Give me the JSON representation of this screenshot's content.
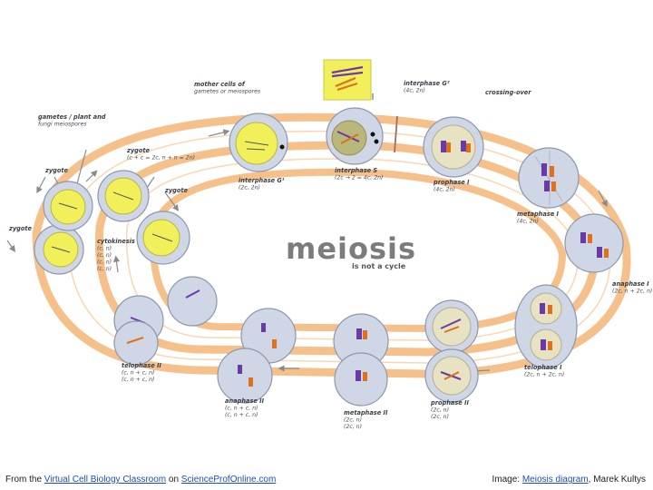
{
  "title": "meiosis",
  "subtitle": "is not a cycle",
  "stages": {
    "mother_cells": "mother cells of\ngametes or meiospores",
    "gametes": "gametes / plant and\nfungi meiospores",
    "crossing_over": "crossing-over",
    "interphase_g2": "interphase G²\n(4c, 2n)",
    "interphase_g1": "interphase G¹\n(2c, 2n)",
    "interphase_s": "interphase S\n(2c → 2 = 4c, 2n)",
    "prophase_1": "prophase I\n(4c, 2n)",
    "metaphase_1": "metaphase I\n(4c, 2n)",
    "anaphase_1": "anaphase I\n(2c, n + 2c, n)",
    "telophase_1": "telophase I\n(2c, n + 2c, n)",
    "prophase_2": "prophase II\n(2c, n)\n(2c, n)",
    "metaphase_2": "metaphase II\n(2c, n)\n(2c, n)",
    "anaphase_2": "anaphase II\n(c, n + c, n)\n(c, n + c, n)",
    "telophase_2": "telophase II\n(c, n + c, n)\n(c, n + c, n)",
    "cytokinesis": "cytokinesis\n(c, n)\n(c, n)\n(c, n)\n(c, n)",
    "zygote_main": "zygote\n(c + c = 2c, n + n = 2n)",
    "zygote_a": "zygote",
    "zygote_b": "zygote",
    "zygote_c": "zygote"
  },
  "footer": {
    "left_prefix": "From the ",
    "left_link1": "Virtual Cell Biology Classroom",
    "left_mid": " on ",
    "left_link2": "ScienceProfOnline.com",
    "right_prefix": "Image: ",
    "right_link": "Meiosis diagram",
    "right_suffix": ", Marek Kultys"
  },
  "colors": {
    "band": "#f6c08a",
    "cell_fill": "#cfd7e6",
    "cell_stroke": "#8d97aa",
    "nucleus": "#f2f05a",
    "chrom_purple": "#6a3aa8",
    "chrom_orange": "#e0701a",
    "arrow": "#8a8a8a"
  }
}
